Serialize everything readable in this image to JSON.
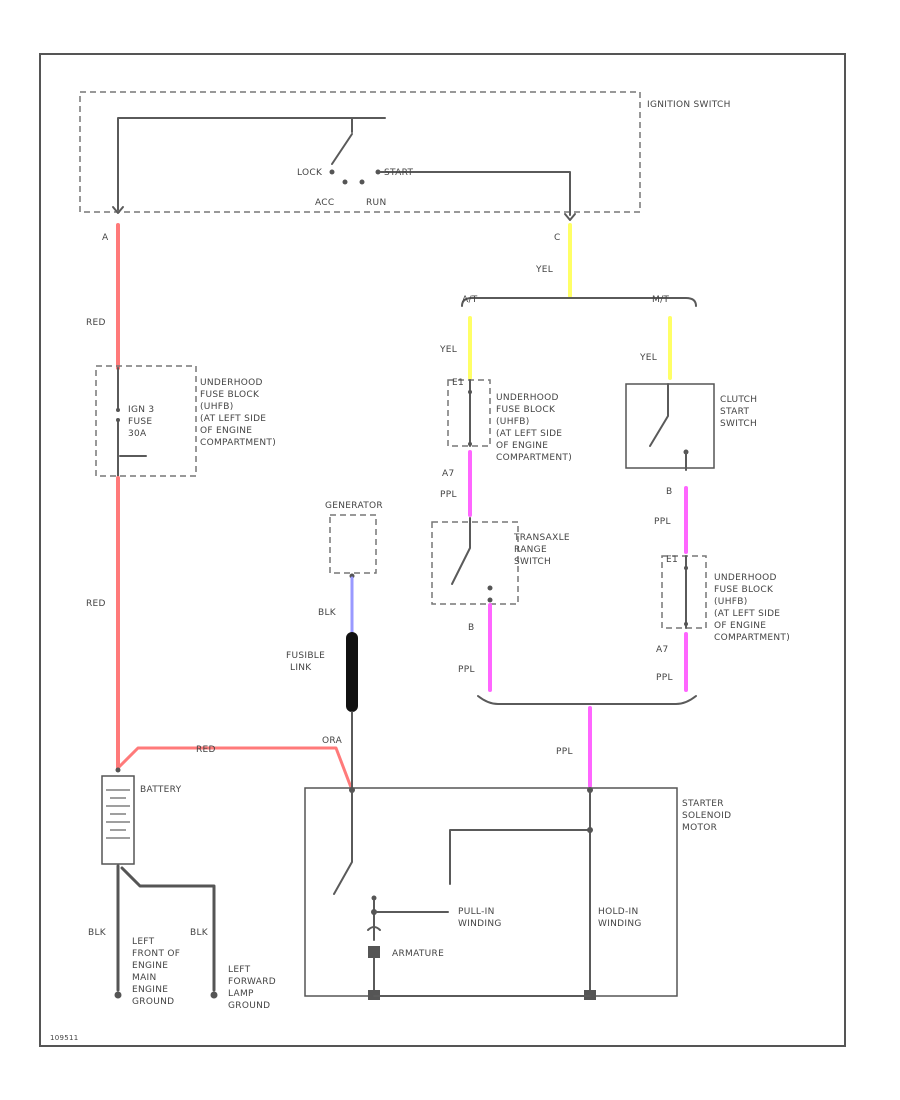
{
  "ignition": {
    "component": "IGNITION SWITCH",
    "pos_lock": "LOCK",
    "pos_start": "START",
    "pos_acc": "ACC",
    "pos_run": "RUN",
    "pin_a": "A",
    "pin_c": "C"
  },
  "wires": {
    "red": "RED",
    "yel": "YEL",
    "ppl": "PPL",
    "blk": "BLK",
    "ora": "ORA"
  },
  "colors": {
    "red": "#ff7a7a",
    "yel": "#ffff66",
    "ppl": "#ff66ff",
    "blu": "#9999ff",
    "gray": "#5a5a5a"
  },
  "fuse_block_1": {
    "lines": [
      "UNDERHOOD",
      "FUSE BLOCK",
      "(UHFB)",
      "(AT LEFT SIDE",
      "OF ENGINE",
      "COMPARTMENT)"
    ],
    "fuse_lines": [
      "IGN 3",
      "FUSE",
      "30A"
    ]
  },
  "trans_branches": {
    "at": "A/T",
    "mt": "M/T"
  },
  "fuse_block_2": {
    "pin": "E1",
    "pin_out": "A7",
    "lines": [
      "UNDERHOOD",
      "FUSE BLOCK",
      "(UHFB)",
      "(AT LEFT SIDE",
      "OF ENGINE",
      "COMPARTMENT)"
    ]
  },
  "fuse_block_3": {
    "pin": "E1",
    "pin_out": "A7",
    "lines": [
      "UNDERHOOD",
      "FUSE BLOCK",
      "(UHFB)",
      "(AT LEFT SIDE",
      "OF ENGINE",
      "COMPARTMENT)"
    ]
  },
  "clutch_switch": {
    "lines": [
      "CLUTCH",
      "START",
      "SWITCH"
    ],
    "pin_b": "B"
  },
  "transaxle_switch": {
    "lines": [
      "TRANSAXLE",
      "RANGE",
      "SWITCH"
    ],
    "pin_b": "B"
  },
  "generator": {
    "label": "GENERATOR"
  },
  "fusible_link": {
    "lines": [
      "FUSIBLE",
      "LINK"
    ]
  },
  "battery": {
    "label": "BATTERY"
  },
  "starter": {
    "lines": [
      "STARTER",
      "SOLENOID",
      "MOTOR"
    ],
    "pull_in": [
      "PULL-IN",
      "WINDING"
    ],
    "hold_in": [
      "HOLD-IN",
      "WINDING"
    ],
    "armature": "ARMATURE"
  },
  "grounds": {
    "left": [
      "LEFT",
      "FRONT OF",
      "ENGINE",
      "MAIN",
      "ENGINE",
      "GROUND"
    ],
    "right": [
      "LEFT",
      "FORWARD",
      "LAMP",
      "GROUND"
    ]
  },
  "footer": {
    "code": "109511"
  }
}
